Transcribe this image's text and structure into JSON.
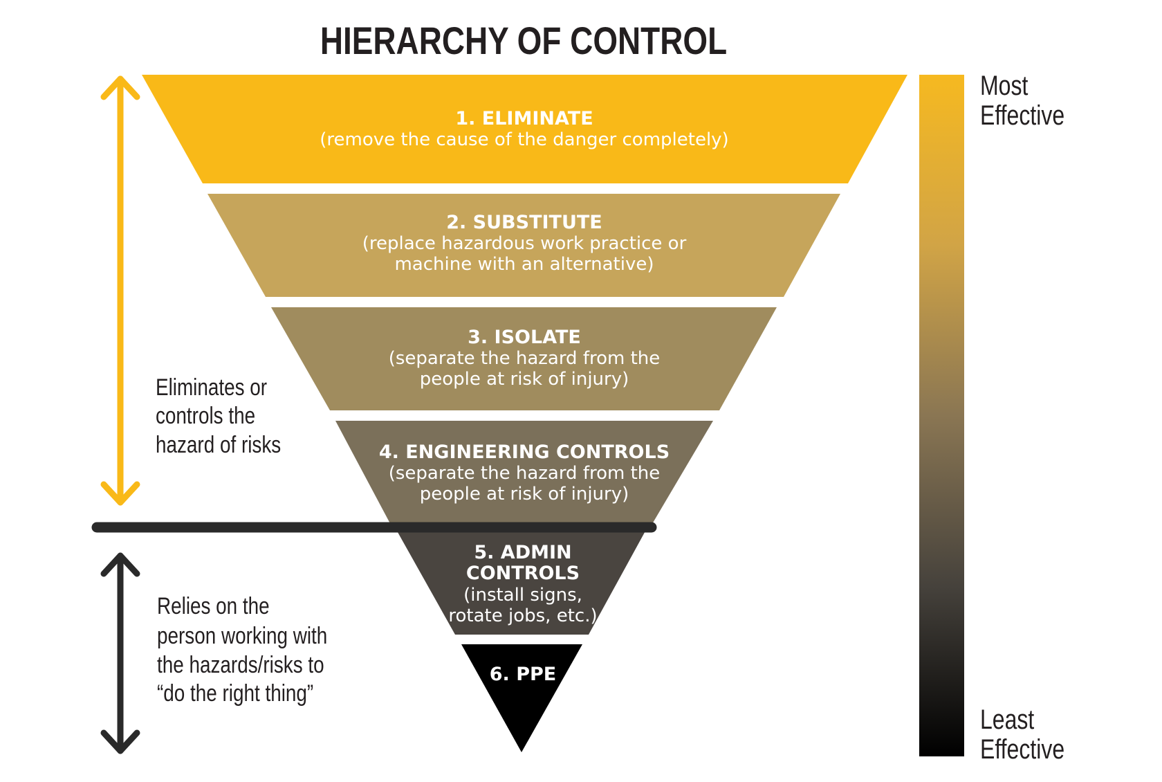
{
  "title": "HIERARCHY OF CONTROL",
  "levels": [
    {
      "title": "1. ELIMINATE",
      "desc": [
        "(remove the cause of the danger completely)"
      ],
      "color": "#f9b918"
    },
    {
      "title": "2. SUBSTITUTE",
      "desc": [
        "(replace hazardous work practice or",
        "machine with an alternative)"
      ],
      "color": "#c6a55b"
    },
    {
      "title": "3. ISOLATE",
      "desc": [
        "(separate the hazard from the",
        "people at risk of injury)"
      ],
      "color": "#a08c5e"
    },
    {
      "title": "4. ENGINEERING CONTROLS",
      "desc": [
        "(separate the hazard from the",
        "people at risk of injury)"
      ],
      "color": "#7b705a"
    },
    {
      "title": [
        "5. ADMIN",
        "CONTROLS"
      ],
      "desc": [
        "(install signs,",
        "rotate jobs, etc.)"
      ],
      "color": "#4a4540"
    },
    {
      "title": "6. PPE",
      "color": "#000000"
    }
  ],
  "left_annotations": {
    "top": [
      "Eliminates or",
      "controls the",
      "hazard of risks"
    ],
    "bottom": [
      "Relies on the",
      "person working with",
      "the hazards/risks to",
      "“do the right thing”"
    ],
    "top_arrow_color": "#f9b918",
    "bottom_arrow_color": "#2a2a2a"
  },
  "scale": {
    "top": [
      "Most",
      "Effective"
    ],
    "bottom": [
      "Least",
      "Effective"
    ]
  }
}
